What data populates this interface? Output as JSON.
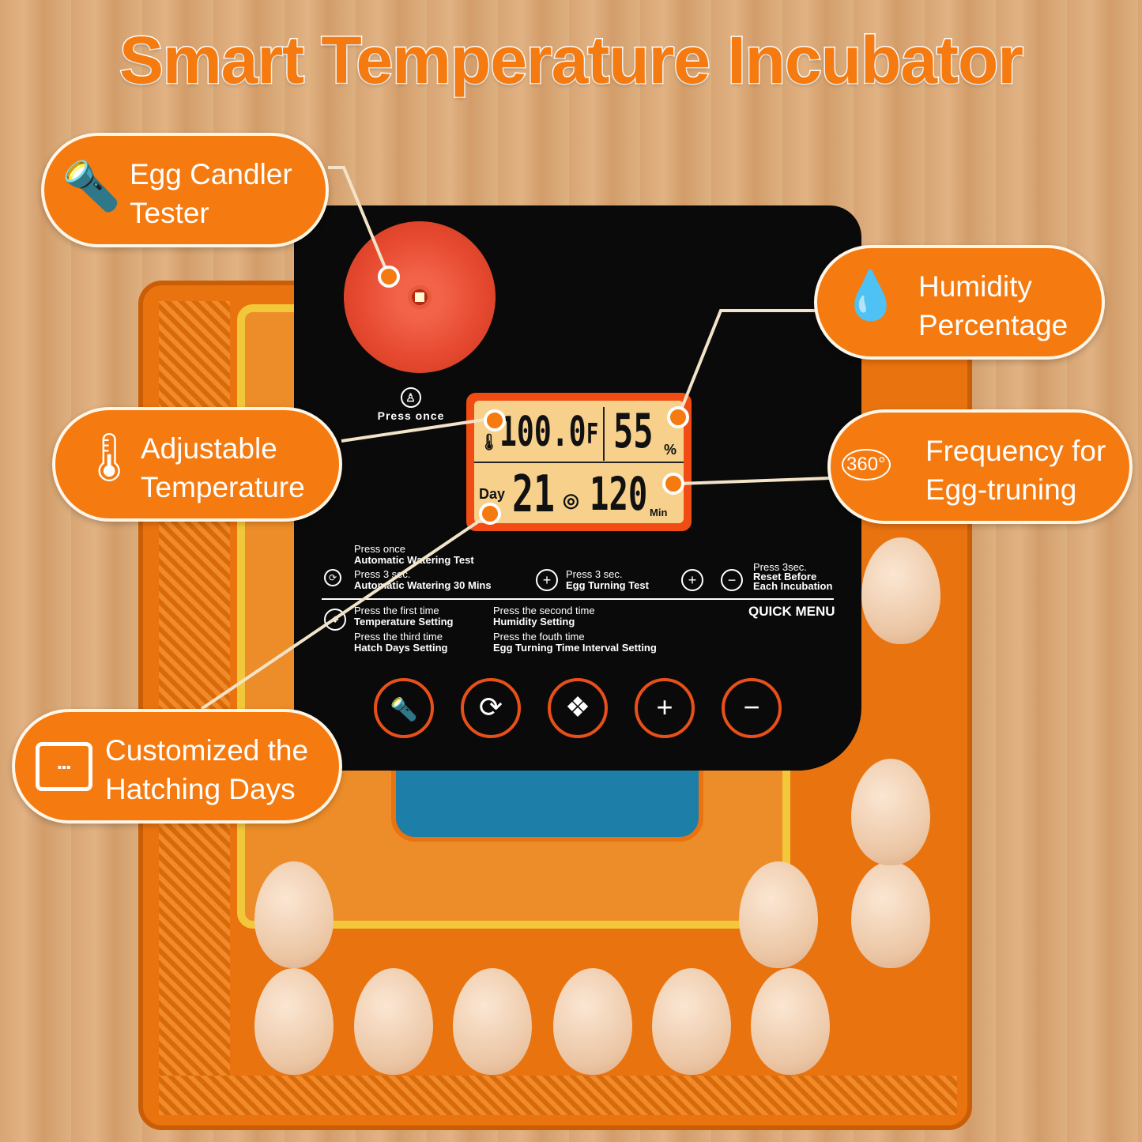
{
  "title": "Smart Temperature Incubator",
  "callouts": {
    "candler": {
      "label": "Egg Candler\nTester",
      "icon": "flashlight-icon"
    },
    "humidity": {
      "label": "Humidity\nPercentage",
      "icon": "water-drops-icon"
    },
    "temperature": {
      "label": "Adjustable\nTemperature",
      "icon": "thermometer-icon"
    },
    "turning": {
      "label": "Frequency for\nEgg-truning",
      "icon": "rotate-360-icon",
      "badge": "360°"
    },
    "days": {
      "label": "Customized the\nHatching Days",
      "icon": "calendar-icon"
    }
  },
  "panel": {
    "candler_hint": "Press once",
    "lcd": {
      "temperature": "100.0",
      "temp_unit": "F",
      "humidity": "55",
      "humidity_unit": "%",
      "day_label": "Day",
      "day": "21",
      "interval": "120",
      "interval_unit": "Min"
    },
    "instructions": {
      "water_once": "Press once",
      "water_once_action": "Automatic  Watering Test",
      "water_3s": "Press 3 sec.",
      "water_3s_action": "Automatic  Watering 30 Mins",
      "plus_3s": "Press 3 sec.",
      "plus_3s_action": "Egg Turning Test",
      "reset_press": "Press  3sec.",
      "reset_action_1": "Reset Before",
      "reset_action_2": "Each Incubation",
      "first": "Press the first time",
      "first_action": "Temperature Setting",
      "second": "Press the second time",
      "second_action": "Humidity Setting",
      "third": "Press the third time",
      "third_action": "Hatch Days Setting",
      "fourth": "Press the fouth  time",
      "fourth_action": "Egg Turning Time Interval Setting",
      "quick_menu": "QUICK MENU"
    },
    "buttons": [
      {
        "name": "candler",
        "glyph": "🔦"
      },
      {
        "name": "water",
        "glyph": "⟳"
      },
      {
        "name": "menu",
        "glyph": "❖"
      },
      {
        "name": "plus",
        "glyph": "+"
      },
      {
        "name": "minus",
        "glyph": "−"
      }
    ]
  },
  "colors": {
    "accent": "#f57a10",
    "lcd_border": "#f04c14",
    "lcd_bg": "#f7d08c",
    "panel": "#0a0a0a"
  }
}
